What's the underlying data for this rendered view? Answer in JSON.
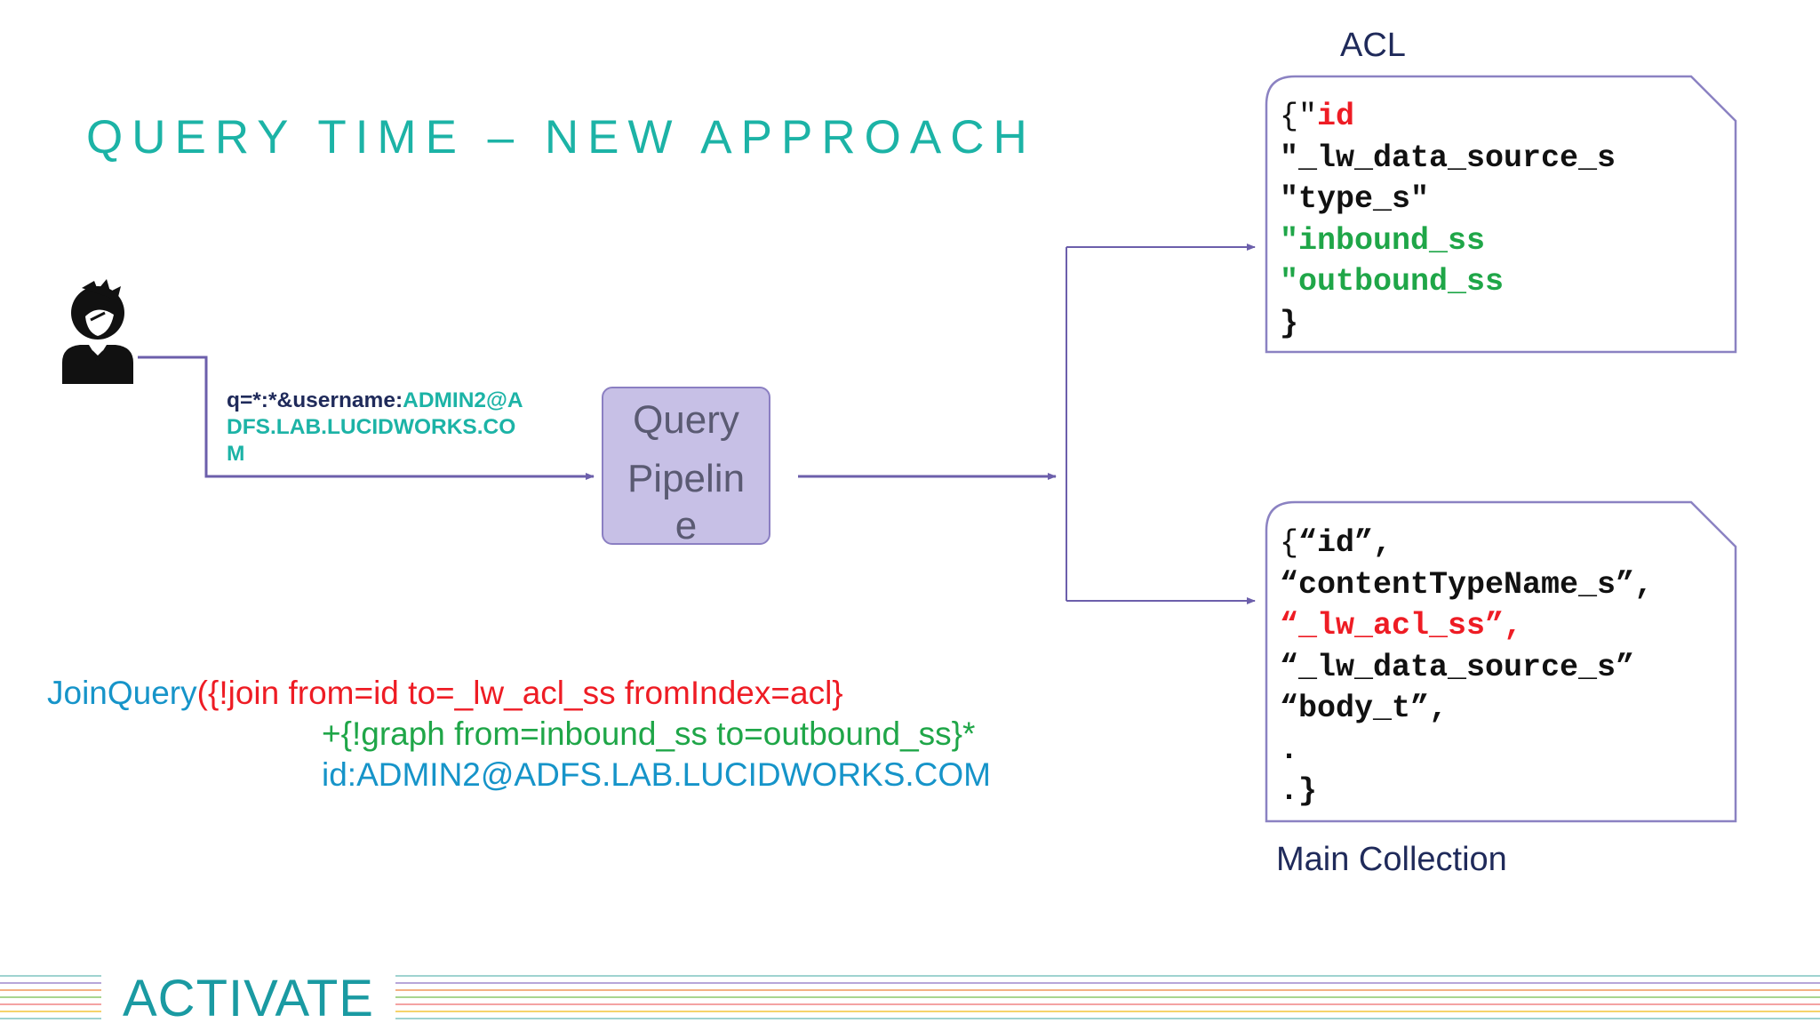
{
  "slide": {
    "title": "QUERY TIME – NEW APPROACH"
  },
  "colors": {
    "title_teal": "#1cb3a6",
    "navy": "#1f2a5a",
    "connector_purple": "#6c5fab",
    "pipeline_fill": "#c7c0e6",
    "code_green": "#1fa648",
    "code_red": "#ee1c24",
    "join_blue": "#1694c9"
  },
  "user_icon": {
    "icon": "user-icon"
  },
  "query_request": {
    "prefix": "q=*:*&",
    "param_label": "username:",
    "value_line1": "ADMIN2@A",
    "value_line2": "DFS.LAB.LUCIDWORKS.CO",
    "value_line3": "M"
  },
  "pipeline": {
    "line1": "Query",
    "line2": "Pipelin",
    "line3": "e"
  },
  "acl_collection": {
    "label": "ACL",
    "lines": {
      "l1_open": "{\"",
      "l1_field": "id",
      "l2": "\"_lw_data_source_s",
      "l3": "\"type_s\"",
      "l4": "\"inbound_ss",
      "l5": "\"outbound_ss",
      "l6": "}"
    }
  },
  "main_collection": {
    "label": "Main Collection",
    "lines": {
      "l1_open": "{",
      "l1_field": "“id”,",
      "l2": "“contentTypeName_s”,",
      "l3": "“_lw_acl_ss”,",
      "l4": "“_lw_data_source_s”",
      "l5": "“body_t”,",
      "l6": ".",
      "l7": ".}"
    }
  },
  "join_query": {
    "fn_name": "JoinQuery",
    "join_part": "({!join from=id to=_lw_acl_ss fromIndex=acl}",
    "graph_part": "+{!graph from=inbound_ss to=outbound_ss}*",
    "id_part": "id:ADMIN2@ADFS.LAB.LUCIDWORKS.COM"
  },
  "footer": {
    "logo_text": "ACTIVATE",
    "stripe_colors": [
      "#f4b183",
      "#f6d36b",
      "#9fd3d0",
      "#b7a6d9",
      "#f4a3a3",
      "#a8d58f"
    ]
  }
}
